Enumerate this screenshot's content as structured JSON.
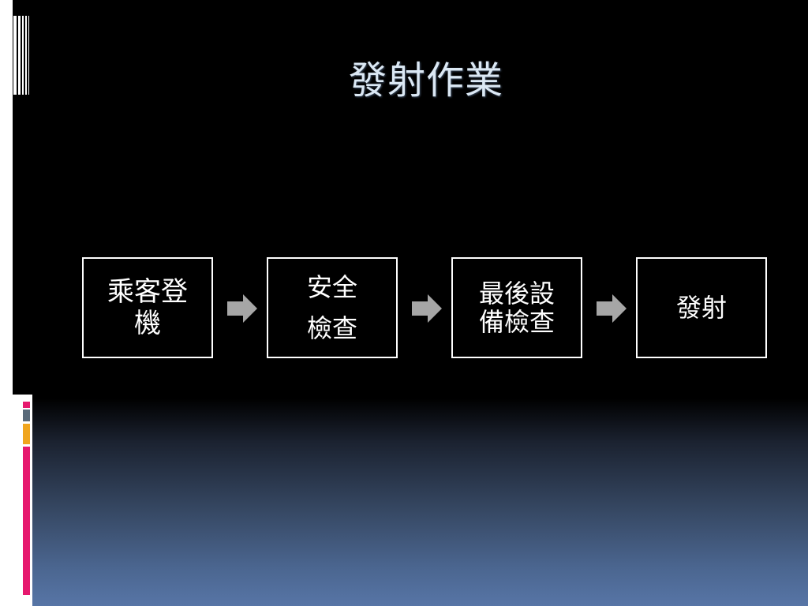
{
  "slide": {
    "title": "發射作業",
    "colors": {
      "background_top": "#000000",
      "background_bottom": "#5775a6",
      "title": "#dbe8f4",
      "box_border": "#ffffff",
      "arrow": "#a6a6a6",
      "accent_pink": "#e6196e",
      "accent_gold": "#f0a51e",
      "accent_gray": "#5a6a7a"
    }
  },
  "flow": {
    "steps": [
      {
        "lines": [
          "乘客登",
          "機"
        ]
      },
      {
        "lines": [
          "安全",
          "檢查"
        ]
      },
      {
        "lines": [
          "最後設",
          "備檢查"
        ]
      },
      {
        "lines": [
          "發射"
        ]
      }
    ],
    "arrow_icon": "right-arrow-icon"
  }
}
